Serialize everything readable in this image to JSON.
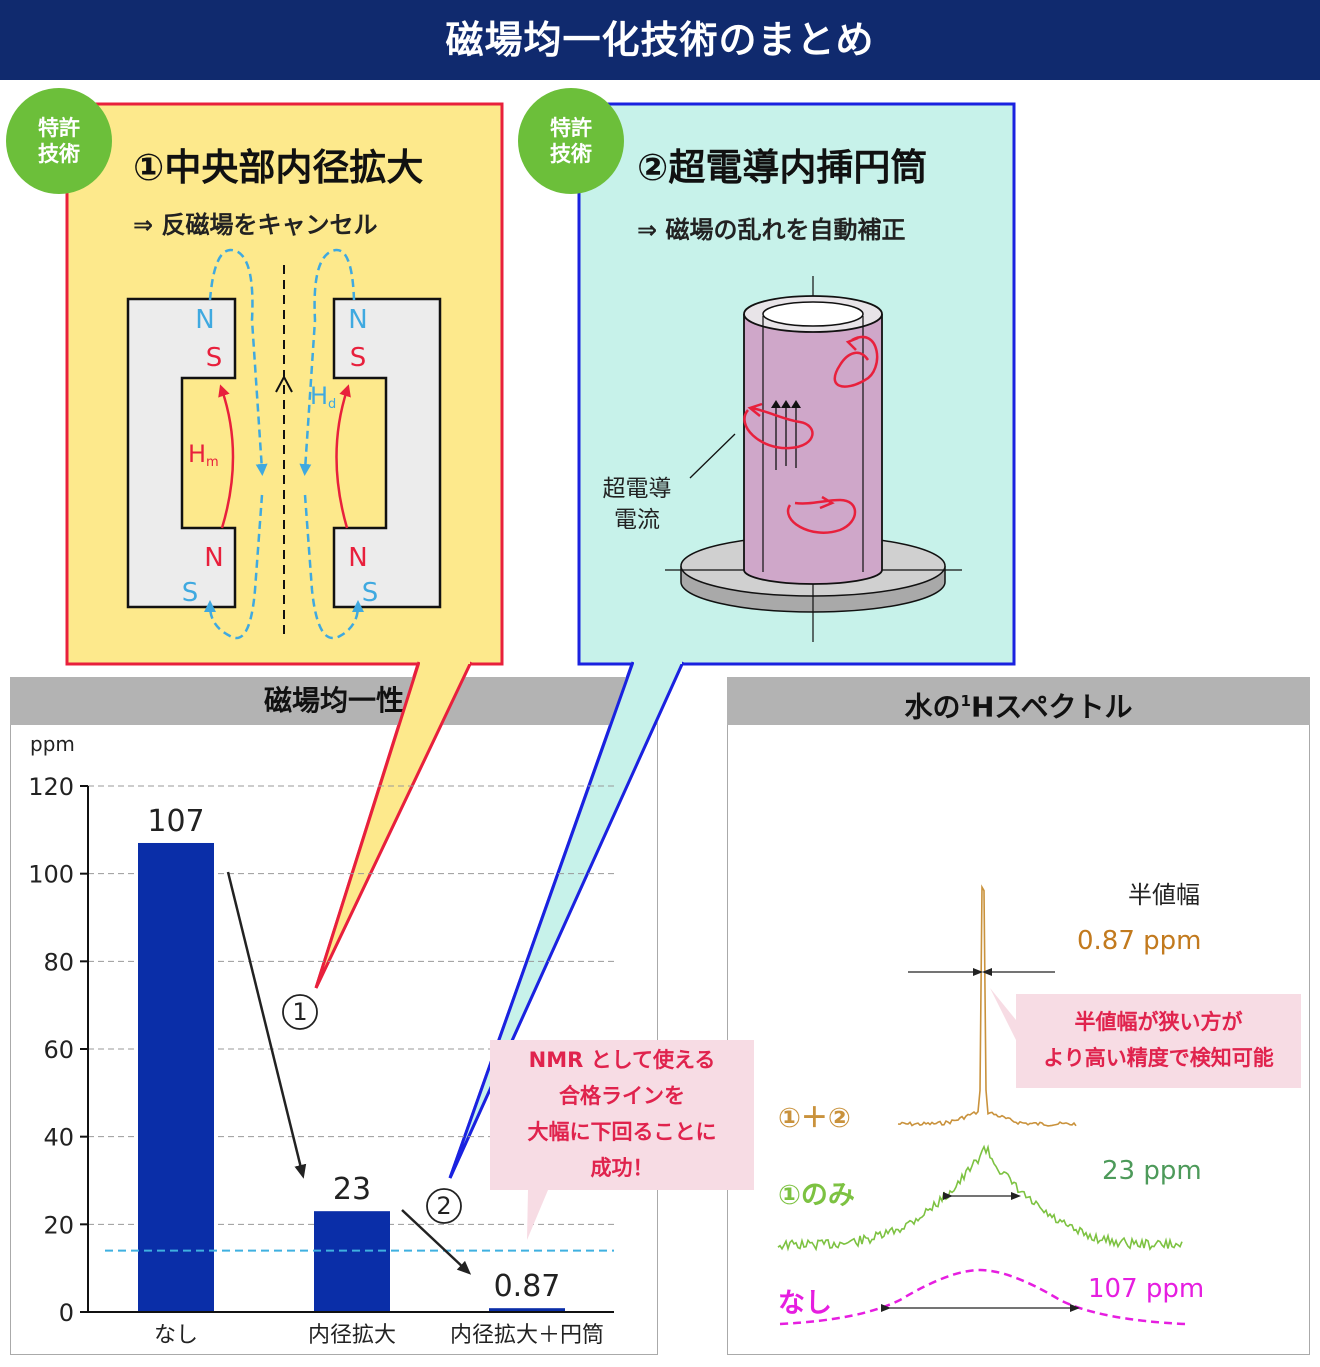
{
  "title": "磁場均一化技術のまとめ",
  "colors": {
    "title_bg": "#102a6e",
    "panel1_bg": "#fde98c",
    "panel1_border": "#e8203c",
    "panel2_bg": "#c7f2ea",
    "panel2_border": "#1a22e0",
    "badge": "#6cbf3a",
    "bar": "#0a2ea8",
    "north_color": "#3fa9e0",
    "south_color": "#e8203c",
    "spectrum_combined": "#c9923c",
    "spectrum_center_only": "#7dc242",
    "spectrum_none": "#e61ee0",
    "note_bg": "#f7dce4",
    "note_text": "#e0234d"
  },
  "panel1": {
    "badge_line1": "特許",
    "badge_line2": "技術",
    "title": "①中央部内径拡大",
    "subtitle": "⇒ 反磁場をキャンセル",
    "diagram": {
      "top_outer_left": "N",
      "top_outer_right": "N",
      "top_inner_left": "S",
      "top_inner_right": "S",
      "bottom_inner_left": "N",
      "bottom_inner_right": "N",
      "bottom_outer_left": "S",
      "bottom_outer_right": "S",
      "hm_main": "H",
      "hm_sub": "m",
      "hd_main": "H",
      "hd_sub": "d"
    }
  },
  "panel2": {
    "badge_line1": "特許",
    "badge_line2": "技術",
    "title": "②超電導内挿円筒",
    "subtitle": "⇒ 磁場の乱れを自動補正",
    "current_label_line1": "超電導",
    "current_label_line2": "電流"
  },
  "bar_section": {
    "header": "磁場均一性",
    "unit": "ppm",
    "step1_label": "①",
    "step2_label": "②",
    "note_line1": "NMR として使える",
    "note_line2": "合格ラインを",
    "note_line3": "大幅に下回ることに",
    "note_line4": "成功！"
  },
  "chart_data": {
    "type": "bar",
    "categories": [
      "なし",
      "内径拡大",
      "内径拡大＋円筒"
    ],
    "values": [
      107,
      23,
      0.87
    ],
    "value_labels": [
      "107",
      "23",
      "0.87"
    ],
    "ylabel": "ppm",
    "ylim": [
      0,
      120
    ],
    "yticks": [
      0,
      20,
      40,
      60,
      80,
      100,
      120
    ],
    "pass_line": 14,
    "grid": true
  },
  "spectrum_section": {
    "header_pre": "水の",
    "header_sup": "1",
    "header_post": "Hスペクトル",
    "half_width_label": "半値幅",
    "combined_value": "0.87 ppm",
    "center_only_value": "23 ppm",
    "none_value": "107 ppm",
    "combined_label": "①＋②",
    "center_only_label": "①のみ",
    "none_label": "なし",
    "note_line1": "半値幅が狭い方が",
    "note_line2": "より高い精度で検知可能"
  }
}
